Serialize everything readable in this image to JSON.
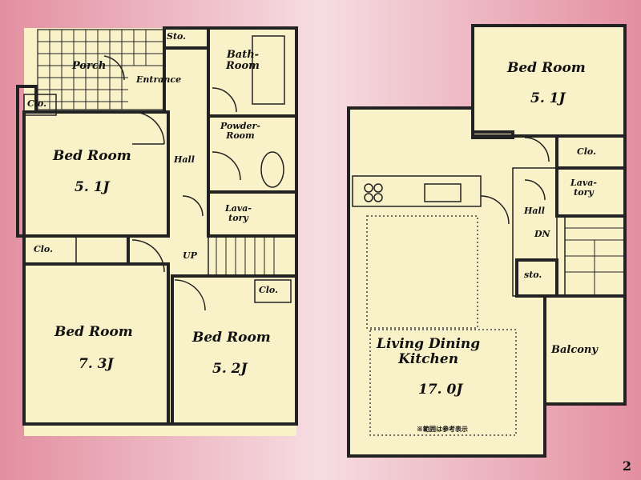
{
  "floor1": {
    "rooms": {
      "porch": "Porch",
      "entrance": "Entrance",
      "storage_top": "Sto.",
      "bath_room": "Bath-\nRoom",
      "closet_tl": "Clo.",
      "bed_room_a": "Bed Room",
      "bed_room_a_size": "5. 1J",
      "hall": "Hall",
      "powder_room": "Powder-\nRoom",
      "lavatory": "Lava-\ntory",
      "closet_mid": "Clo.",
      "up_label": "UP",
      "closet_right": "Clo.",
      "bed_room_b": "Bed Room",
      "bed_room_b_size": "7. 3J",
      "bed_room_c": "Bed Room",
      "bed_room_c_size": "5. 2J"
    }
  },
  "floor2": {
    "rooms": {
      "bed_room": "Bed Room",
      "bed_room_size": "5. 1J",
      "closet": "Clo.",
      "lavatory": "Lava-\ntory",
      "hall": "Hall",
      "dn_label": "DN",
      "storage": "sto.",
      "ldk": "Living Dining\nKitchen",
      "ldk_size": "17. 0J",
      "balcony": "Balcony",
      "note": "※範囲は参考表示"
    }
  },
  "page_number": "2"
}
